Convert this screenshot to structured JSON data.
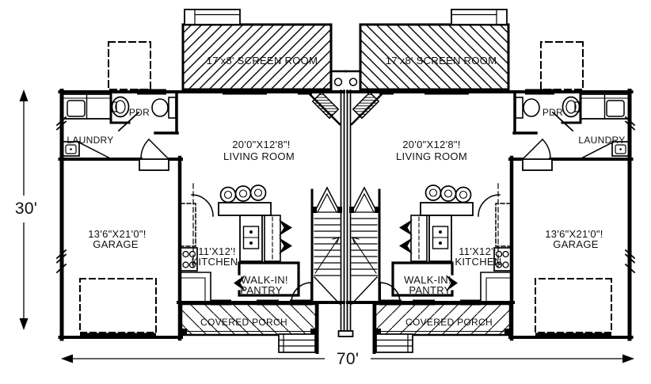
{
  "page": {
    "background": "#ffffff",
    "line_color": "#000000",
    "text_color": "#111111"
  },
  "labels": {
    "screen_room": "17'x8' SCREEN ROOM",
    "living_room_size": "20'0\"X12'8\"!",
    "living_room": "LIVING ROOM",
    "garage_size": "13'6\"X21'0\"!",
    "garage": "GARAGE",
    "kitchen_size": "11'X12'!",
    "kitchen": "KITCHEN",
    "pantry_line1": "WALK-IN!",
    "pantry_line2": "PANTRY",
    "laundry": "LAUNDRY",
    "powder_room": "PDR",
    "covered_porch": "COVERED PORCH"
  },
  "dimensions": {
    "overall_width": "70'",
    "overall_height": "30'"
  }
}
